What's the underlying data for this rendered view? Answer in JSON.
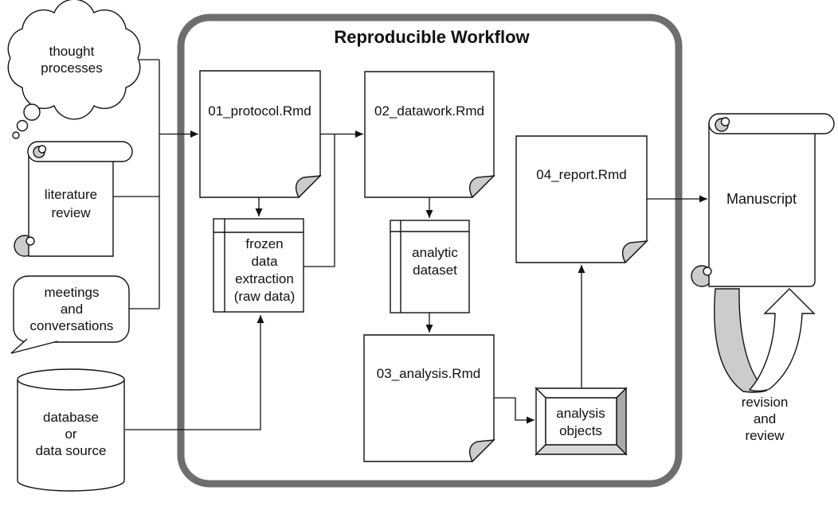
{
  "title": "Reproducible Workflow",
  "colors": {
    "boundary_gray": "#6e6e6e",
    "shape_fill": "#ffffff",
    "fold_and_curl_gray": "#cccccc",
    "bevel_bottom_gray": "#d9d9d9",
    "bevel_right_gray": "#a9a9a9",
    "line_black": "#111111"
  },
  "sources": {
    "thought_processes": {
      "lines": [
        "thought",
        "processes"
      ]
    },
    "literature_review": {
      "lines": [
        "literature",
        "review"
      ]
    },
    "meetings": {
      "lines": [
        "meetings",
        "and",
        "conversations"
      ]
    },
    "database": {
      "lines": [
        "database",
        "or",
        "data source"
      ]
    }
  },
  "workflow": {
    "protocol": {
      "label": "01_protocol.Rmd"
    },
    "datawork": {
      "label": "02_datawork.Rmd"
    },
    "frozen_data": {
      "lines": [
        "frozen",
        "data",
        "extraction",
        "(raw data)"
      ]
    },
    "analytic_dataset": {
      "lines": [
        "analytic",
        "dataset"
      ]
    },
    "analysis": {
      "label": "03_analysis.Rmd"
    },
    "report": {
      "label": "04_report.Rmd"
    },
    "analysis_objects": {
      "lines": [
        "analysis",
        "objects"
      ]
    }
  },
  "outputs": {
    "manuscript": {
      "label": "Manuscript"
    },
    "revision_loop": {
      "lines": [
        "revision",
        "and",
        "review"
      ]
    }
  },
  "edges": [
    {
      "from": "thought processes",
      "to": "01_protocol.Rmd"
    },
    {
      "from": "literature review",
      "to": "01_protocol.Rmd"
    },
    {
      "from": "meetings and conversations",
      "to": "01_protocol.Rmd"
    },
    {
      "from": "database or data source",
      "to": "frozen data extraction (raw data)"
    },
    {
      "from": "01_protocol.Rmd",
      "to": "frozen data extraction (raw data)"
    },
    {
      "from": "01_protocol.Rmd",
      "to": "02_datawork.Rmd"
    },
    {
      "from": "frozen data extraction (raw data)",
      "to": "02_datawork.Rmd"
    },
    {
      "from": "02_datawork.Rmd",
      "to": "analytic dataset"
    },
    {
      "from": "analytic dataset",
      "to": "03_analysis.Rmd"
    },
    {
      "from": "03_analysis.Rmd",
      "to": "analysis objects"
    },
    {
      "from": "analysis objects",
      "to": "04_report.Rmd"
    },
    {
      "from": "04_report.Rmd",
      "to": "Manuscript"
    },
    {
      "from": "Manuscript",
      "to": "revision and review loop"
    }
  ]
}
